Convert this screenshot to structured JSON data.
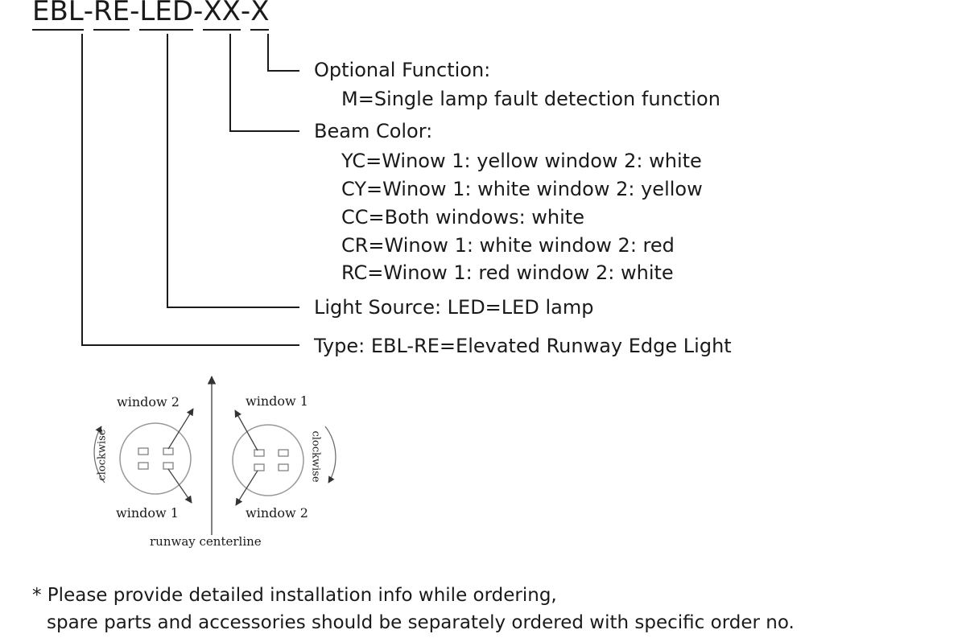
{
  "model_code": {
    "seg1": "EBL",
    "sep1": "-",
    "seg2": "RE",
    "sep2": "-",
    "seg3": "LED",
    "sep3": "-",
    "seg4": "XX",
    "sep4": "-",
    "seg5": "X"
  },
  "optional_function": {
    "heading": "Optional Function:",
    "options": [
      "M=Single lamp fault detection function"
    ]
  },
  "beam_color": {
    "heading": "Beam Color:",
    "options": [
      "YC=Winow 1: yellow  window 2: white",
      "CY=Winow 1: white window 2: yellow",
      "CC=Both windows: white",
      "CR=Winow 1: white  window 2: red",
      "RC=Winow 1: red  window 2: white"
    ]
  },
  "light_source": {
    "text": "Light Source: LED=LED lamp"
  },
  "type": {
    "text": "Type: EBL-RE=Elevated Runway Edge Light"
  },
  "orientation_diagram": {
    "left": {
      "top_label": "window 2",
      "bottom_label": "window 1",
      "rotation_label": "clockwise"
    },
    "right": {
      "top_label": "window 1",
      "bottom_label": "window 2",
      "rotation_label": "clockwise"
    },
    "centerline_label": "runway centerline"
  },
  "footnote": {
    "line1": "* Please provide detailed installation info while ordering,",
    "line2": "spare parts and accessories should be separately ordered with specific order no."
  }
}
